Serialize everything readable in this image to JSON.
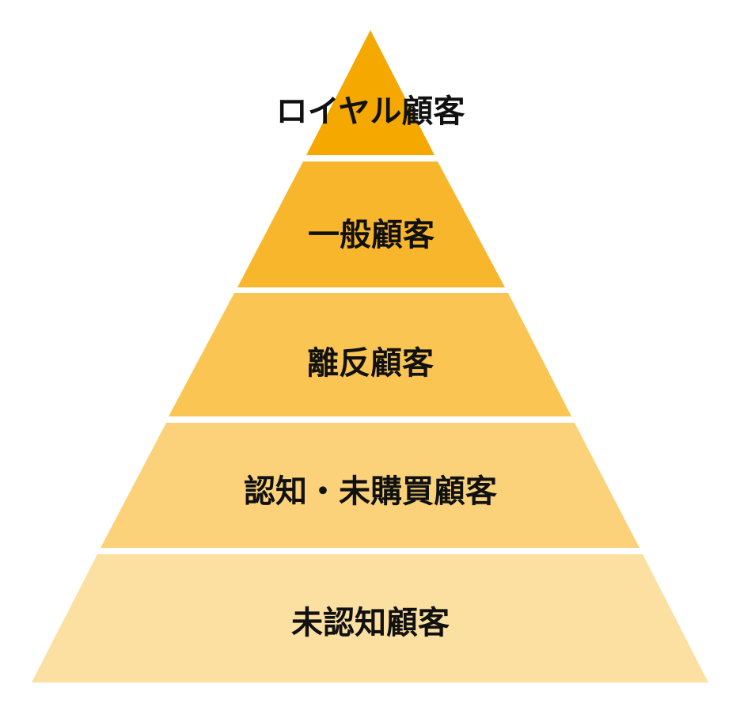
{
  "pyramid": {
    "tiers": [
      {
        "label": "ロイヤル顧客",
        "color": "#F5A800"
      },
      {
        "label": "一般顧客",
        "color": "#F8B62D"
      },
      {
        "label": "離反顧客",
        "color": "#FAC552"
      },
      {
        "label": "認知・未購買顧客",
        "color": "#FBD27A"
      },
      {
        "label": "未認知顧客",
        "color": "#FCE0A2"
      }
    ]
  }
}
